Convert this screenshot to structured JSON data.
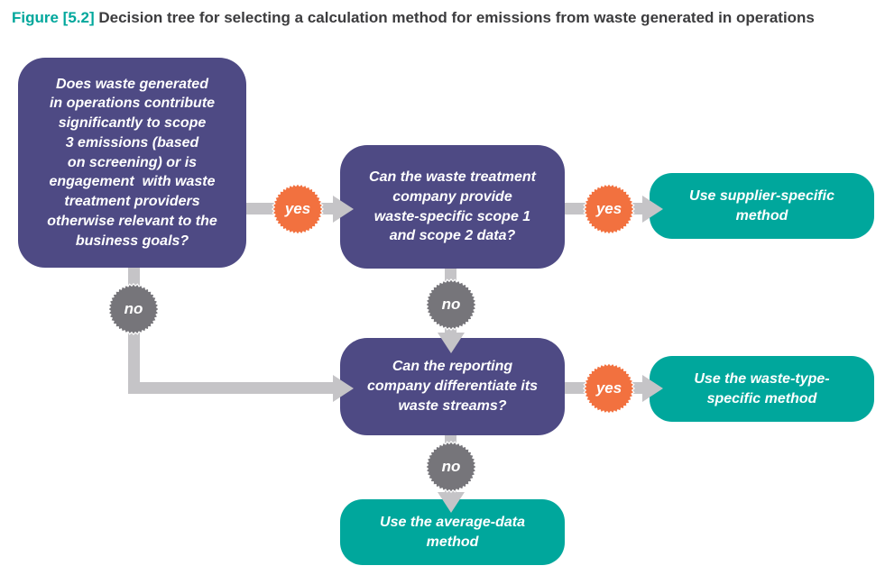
{
  "figure": {
    "label": "Figure [5.2]",
    "title": "Decision tree for selecting a calculation method for emissions from waste generated in operations"
  },
  "colors": {
    "purple": "#4e4a84",
    "teal": "#00a79c",
    "orange": "#f2713f",
    "gray_badge": "#76757a",
    "connector": "#c5c4c7",
    "title_teal": "#00a79c",
    "title_text": "#3c3c3e"
  },
  "nodes": {
    "q_significance": {
      "type": "question",
      "text": "Does waste generated\nin operations contribute\nsignificantly to scope\n3 emissions (based\non screening) or is\nengagement  with waste\ntreatment providers\notherwise relevant to the\nbusiness goals?"
    },
    "q_waste_treatment_company": {
      "type": "question",
      "text": "Can the waste treatment\ncompany provide\nwaste-specific scope 1\nand scope 2 data?"
    },
    "q_differentiate_streams": {
      "type": "question",
      "text": "Can the reporting\ncompany differentiate its\nwaste streams?"
    },
    "r_supplier_specific": {
      "type": "result",
      "text": "Use supplier-specific\nmethod"
    },
    "r_waste_type_specific": {
      "type": "result",
      "text": "Use the waste-type-\nspecific method"
    },
    "r_average_data": {
      "type": "result",
      "text": "Use the average-data\nmethod"
    }
  },
  "edges": [
    {
      "from": "q_significance",
      "to": "q_waste_treatment_company",
      "label": "yes"
    },
    {
      "from": "q_significance",
      "to": "q_differentiate_streams",
      "label": "no"
    },
    {
      "from": "q_waste_treatment_company",
      "to": "r_supplier_specific",
      "label": "yes"
    },
    {
      "from": "q_waste_treatment_company",
      "to": "q_differentiate_streams",
      "label": "no"
    },
    {
      "from": "q_differentiate_streams",
      "to": "r_waste_type_specific",
      "label": "yes"
    },
    {
      "from": "q_differentiate_streams",
      "to": "r_average_data",
      "label": "no"
    }
  ]
}
